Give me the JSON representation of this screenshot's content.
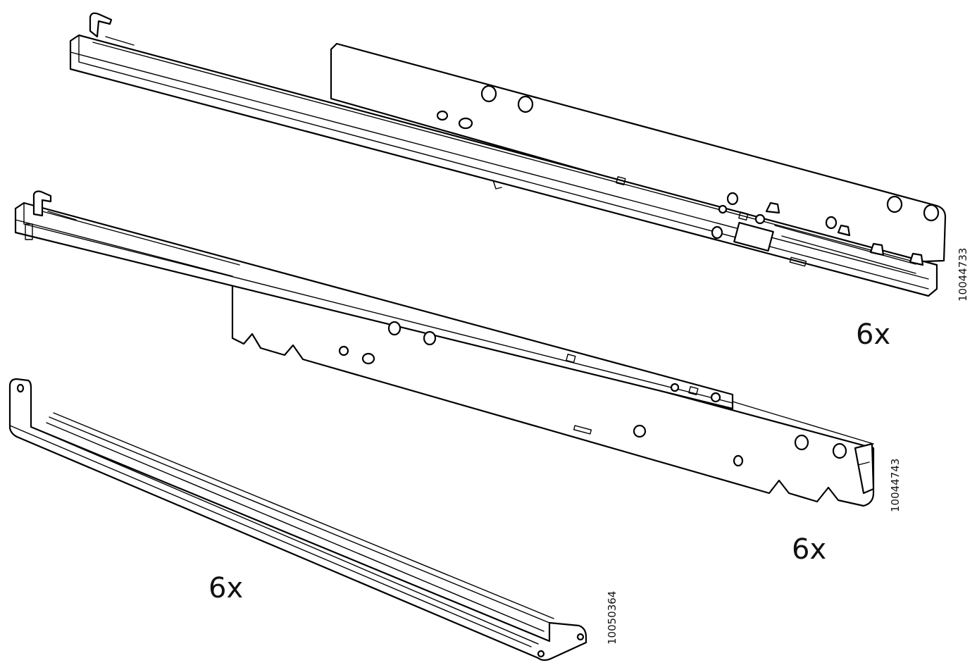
{
  "parts": [
    {
      "id": "rail-upper",
      "quantity": "6x",
      "article_number": "10044733"
    },
    {
      "id": "rail-middle",
      "quantity": "6x",
      "article_number": "10044743"
    },
    {
      "id": "bar-lower",
      "quantity": "6x",
      "article_number": "10050364"
    }
  ],
  "colors": {
    "line": "#000000",
    "fill": "#ffffff",
    "text": "#111111"
  }
}
